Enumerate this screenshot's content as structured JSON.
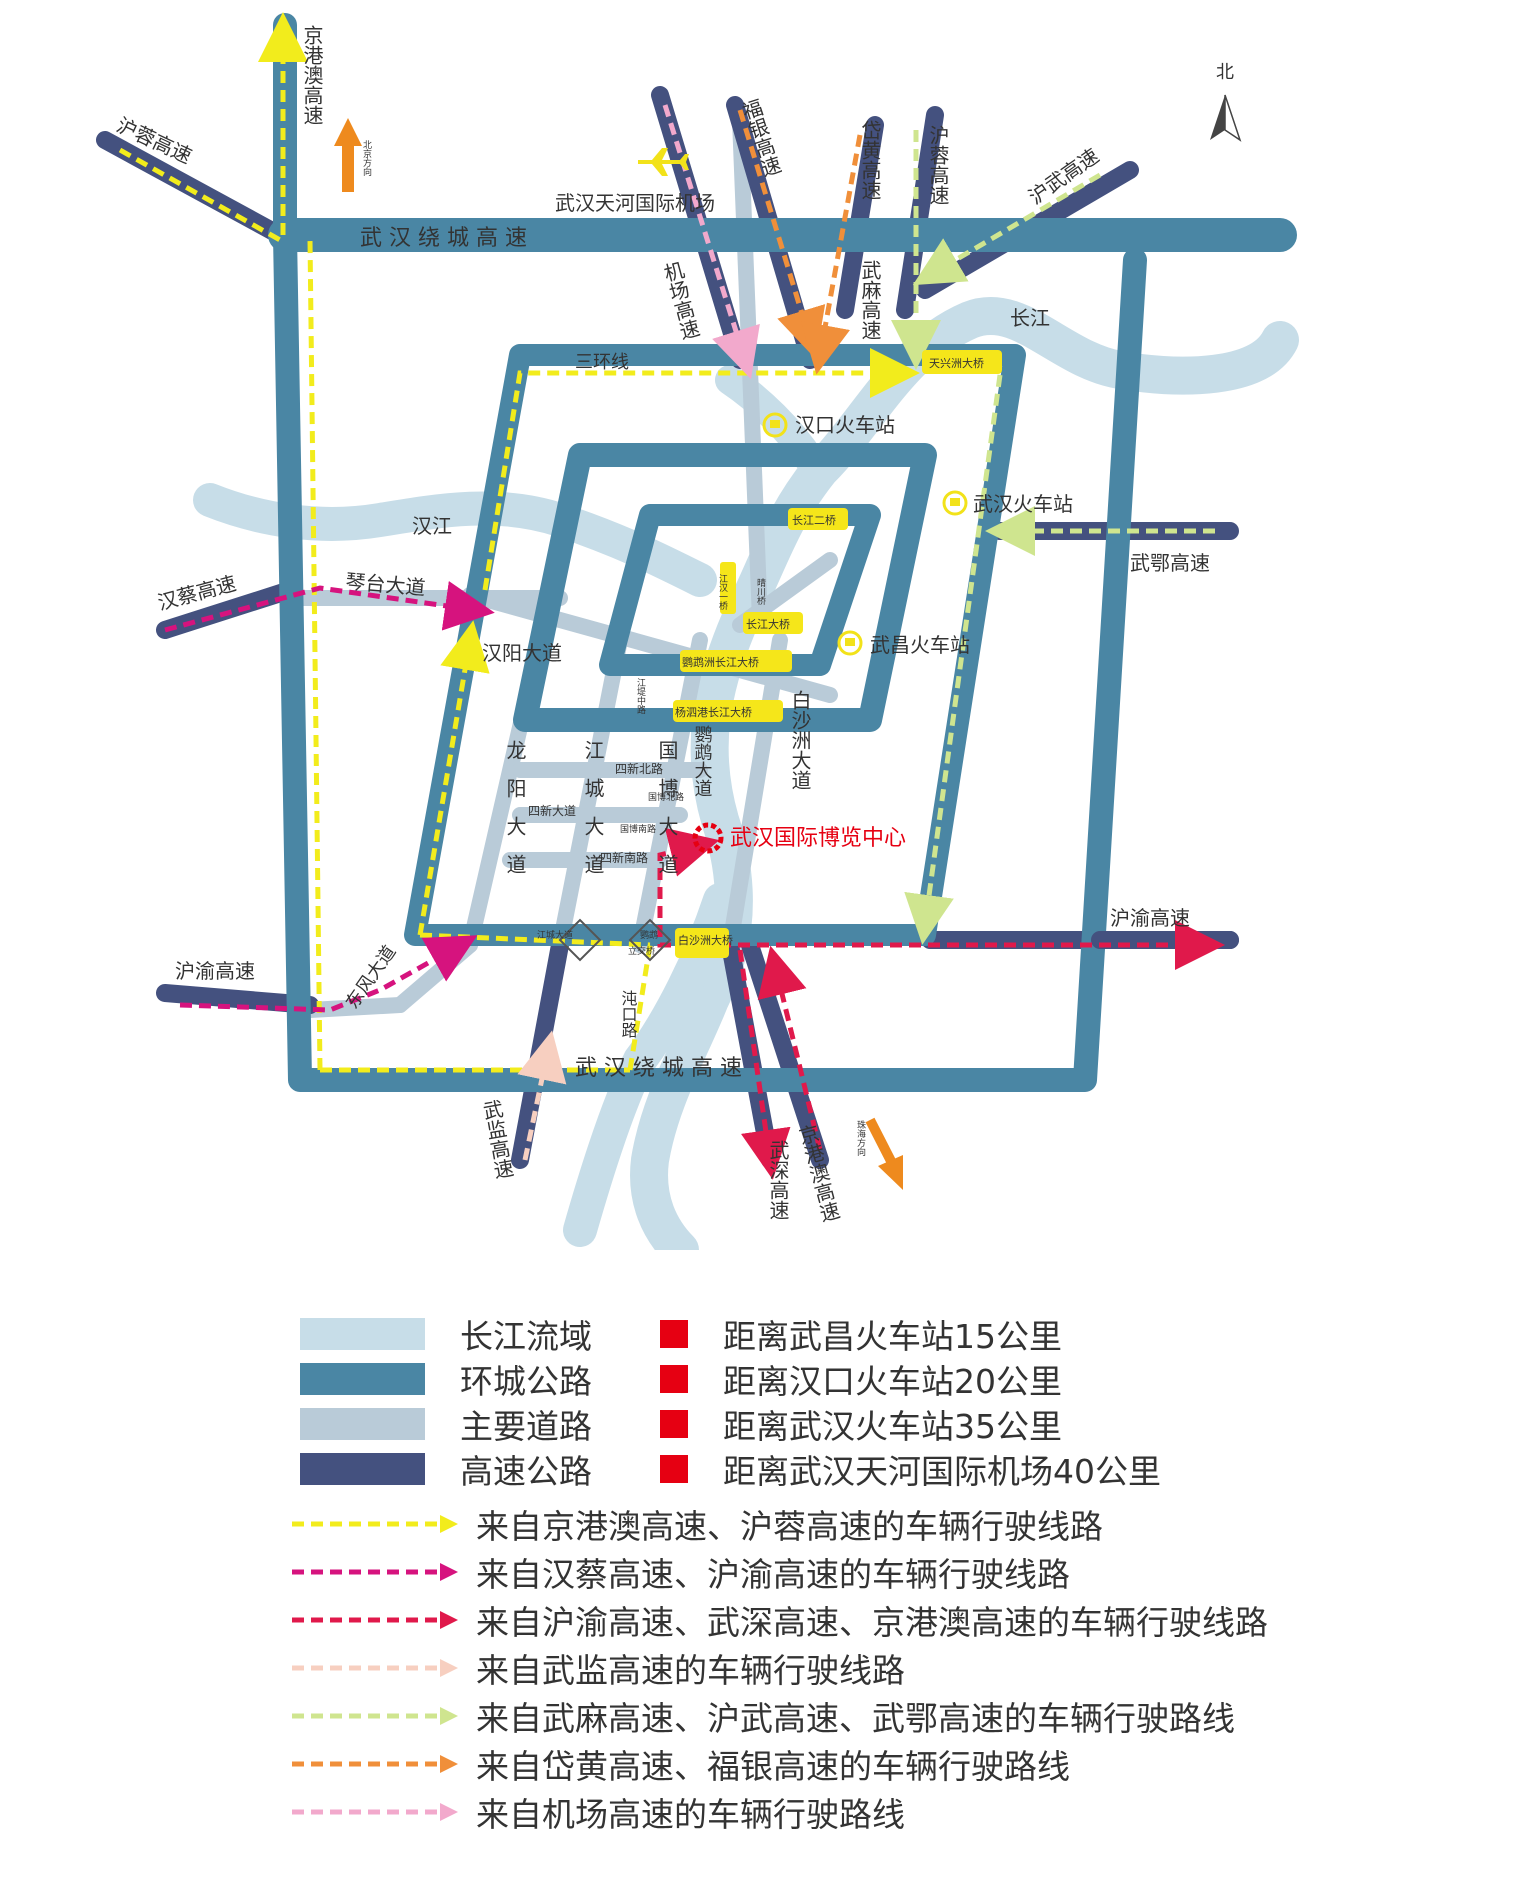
{
  "colors": {
    "river": "#c7dde8",
    "ring": "#4a86a4",
    "main_road": "#b9cbd8",
    "expressway": "#44517f",
    "venue": "#e60012",
    "bridge": "#f5e61a",
    "route_yellow": "#f2ec1c",
    "route_magenta": "#d6137e",
    "route_red": "#e0194b",
    "route_peach": "#f7cfc0",
    "route_lightgreen": "#cfe58f",
    "route_orange": "#f08f3a",
    "route_pink": "#f2a9cc",
    "arrow_orange": "#ee8a1e"
  },
  "map": {
    "compass_label": "北",
    "beijing_direction": "北京方向",
    "zhuhai_direction": "珠海方向",
    "expressways": {
      "jinggangao_north": "京港澳高速",
      "hurong_west": "沪蓉高速",
      "hurong_north": "沪蓉高速",
      "fuyin": "福银高速",
      "daihuang": "岱黄高速",
      "huwu": "沪武高速",
      "wuma": "武麻高速",
      "airport": "机场高速",
      "hancai": "汉蔡高速",
      "wue": "武鄂高速",
      "huyu_east": "沪渝高速",
      "huyu_west": "沪渝高速",
      "wujian": "武监高速",
      "wushen": "武深高速",
      "jinggangao_south": "京港澳高速"
    },
    "ring_roads": {
      "outer_top": "武 汉 绕 城 高 速",
      "outer_bottom": "武 汉 绕 城 高 速",
      "third_ring": "三环线"
    },
    "airport": "武汉天河国际机场",
    "rivers": {
      "yangtze": "长江",
      "han": "汉江"
    },
    "stations": {
      "hankou": "汉口火车站",
      "wuhan": "武汉火车站",
      "wuchang": "武昌火车站"
    },
    "bridges": {
      "tianxingzhou": "天兴洲大桥",
      "erqiao": "长江二桥",
      "changjiang": "长江大桥",
      "yingwuzhou": "鹦鹉洲长江大桥",
      "yangsigang": "杨泗港长江大桥",
      "baishazhou": "白沙洲大桥",
      "jianghan": "江汉一桥",
      "qingchuan": "晴川桥"
    },
    "roads": {
      "qintai": "琴台大道",
      "hanyang": "汉阳大道",
      "longyang": "龙阳大道",
      "jiangcheng": "江城大道",
      "guobo": "国博大道",
      "yingwu": "鹦鹉大道",
      "baishazhou_rd": "白沙洲大道",
      "dongfeng": "东风大道",
      "zhuankou": "沌口路",
      "sixin_north": "四新北路",
      "sixin": "四新大道",
      "sixin_south": "四新南路",
      "jiangdi_middle": "江堤中路",
      "jiangcheng_interchange": "江城大道",
      "small_road_1": "国博北路",
      "small_road_2": "国博南路",
      "small_interchange_2": "鹦鹉",
      "small_interchange_3": "立交桥"
    },
    "venue": "武汉国际博览中心"
  },
  "legend": {
    "areas": [
      {
        "label": "长江流域",
        "color": "#c7dde8"
      },
      {
        "label": "环城公路",
        "color": "#4a86a4"
      },
      {
        "label": "主要道路",
        "color": "#b9cbd8"
      },
      {
        "label": "高速公路",
        "color": "#44517f"
      }
    ],
    "distances": [
      {
        "label": "距离武昌火车站15公里"
      },
      {
        "label": "距离汉口火车站20公里"
      },
      {
        "label": "距离武汉火车站35公里"
      },
      {
        "label": "距离武汉天河国际机场40公里"
      }
    ],
    "routes": [
      {
        "label": "来自京港澳高速、沪蓉高速的车辆行驶线路",
        "color": "#f2ec1c"
      },
      {
        "label": "来自汉蔡高速、沪渝高速的车辆行驶线路",
        "color": "#d6137e"
      },
      {
        "label": "来自沪渝高速、武深高速、京港澳高速的车辆行驶线路",
        "color": "#e0194b"
      },
      {
        "label": "来自武监高速的车辆行驶线路",
        "color": "#f7cfc0"
      },
      {
        "label": "来自武麻高速、沪武高速、武鄂高速的车辆行驶路线",
        "color": "#cfe58f"
      },
      {
        "label": "来自岱黄高速、福银高速的车辆行驶路线",
        "color": "#f08f3a"
      },
      {
        "label": "来自机场高速的车辆行驶路线",
        "color": "#f2a9cc"
      }
    ]
  }
}
